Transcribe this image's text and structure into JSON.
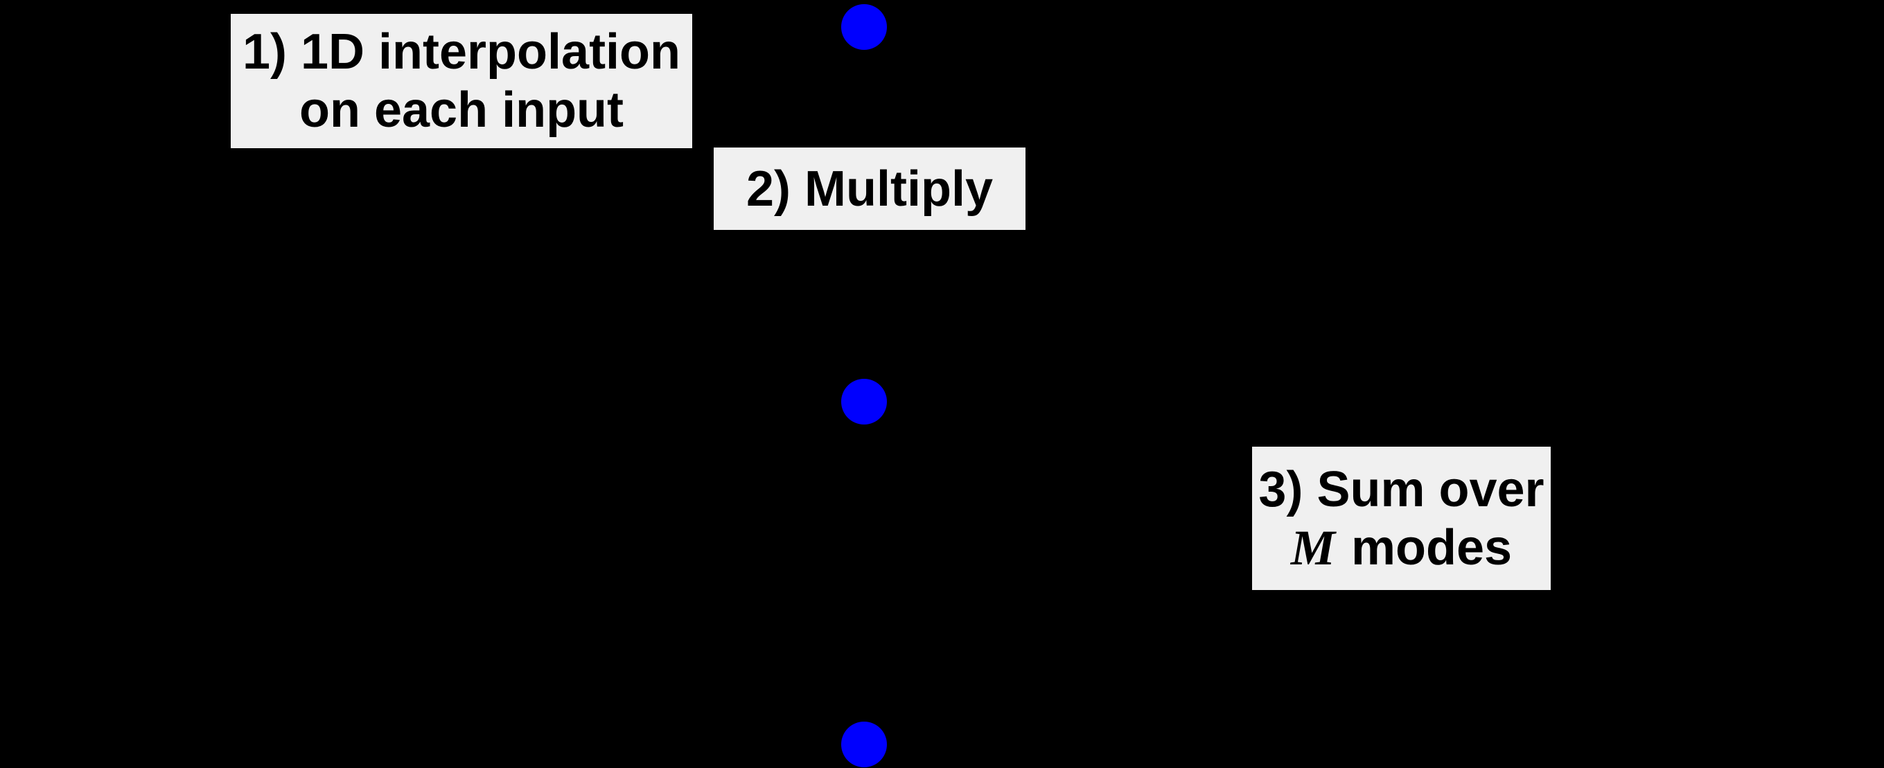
{
  "figure": {
    "background_color": "#000000",
    "box_fill_color": "#f0f0f0",
    "text_color": "#000000",
    "node_color": "#0000fe",
    "node_count": 3
  },
  "steps": [
    {
      "line1": "1) 1D interpolation",
      "line2": "on each input"
    },
    {
      "line1": "2) Multiply"
    },
    {
      "line1": "3) Sum over",
      "math_symbol": "M",
      "line2_rest": "modes"
    }
  ]
}
